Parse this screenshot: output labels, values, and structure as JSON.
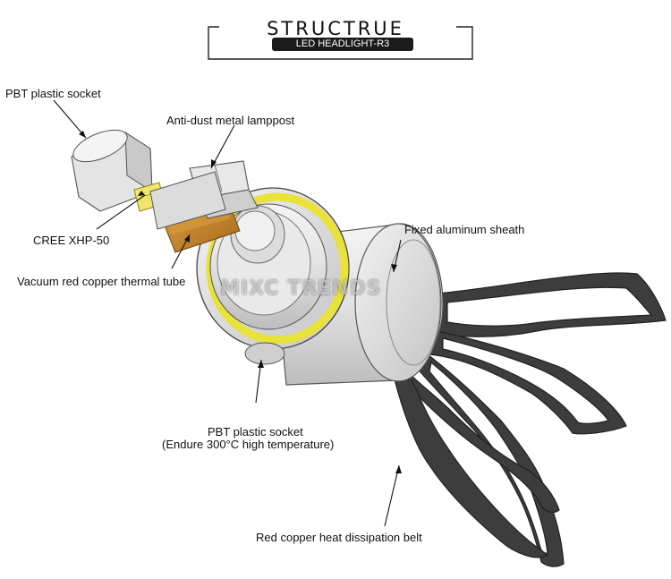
{
  "header": {
    "title": "STRUCTRUE",
    "subtitle": "LED HEADLIGHT-R3"
  },
  "watermark": "MIXC TRENDS",
  "labels": {
    "pbt_socket_top": "PBT plastic socket",
    "anti_dust": "Anti-dust metal lamppost",
    "cree": "CREE XHP-50",
    "fixed_sheath": "Fixed aluminum sheath",
    "vacuum_tube": "Vacuum red copper thermal tube",
    "pbt_socket_bottom_1": "PBT plastic socket",
    "pbt_socket_bottom_2": "(Endure 300°C high temperature)",
    "heat_belt": "Red copper heat dissipation belt"
  },
  "colors": {
    "yellow_ring": "#e8e23a",
    "copper_tube": "#c98a2a",
    "body": "#e6e6e6",
    "belt": "#3a3a3a"
  }
}
